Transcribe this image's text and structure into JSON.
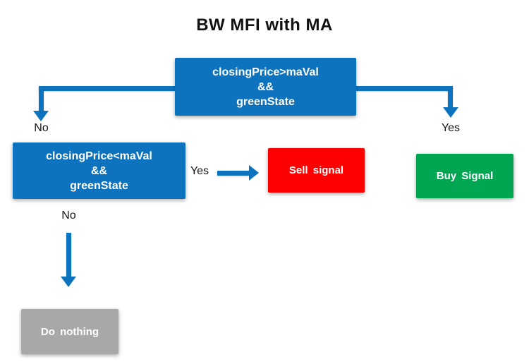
{
  "title": "BW MFI with MA",
  "colors": {
    "node_blue": "#0E73BE",
    "signal_red": "#FE0000",
    "signal_green": "#00A651",
    "neutral_gray": "#A8A8A8",
    "node_text": "#FFFFFF",
    "label_text": "#141414",
    "background": "#FFFFFF"
  },
  "nodes": {
    "condition_primary": {
      "line1": "closingPrice>maVal",
      "line2": "&&",
      "line3": "greenState"
    },
    "condition_secondary": {
      "line1": "closingPrice<maVal",
      "line2": "&&",
      "line3": "greenState"
    },
    "sell": {
      "label": "Sell signal"
    },
    "buy": {
      "label": "Buy Signal"
    },
    "do_nothing": {
      "label": "Do nothing"
    }
  },
  "branch_labels": {
    "primary_no": "No",
    "primary_yes": "Yes",
    "secondary_yes": "Yes",
    "secondary_no": "No"
  }
}
